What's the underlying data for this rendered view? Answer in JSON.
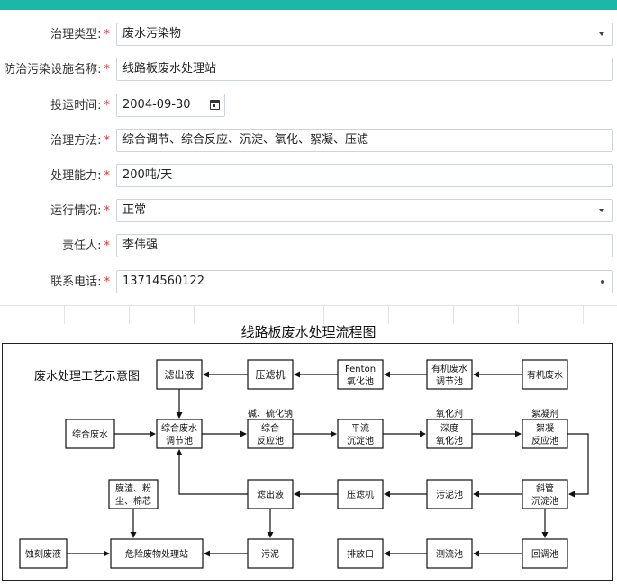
{
  "form": {
    "required_mark": "*",
    "fields": [
      {
        "label": "治理类型:",
        "value": "废水污染物",
        "kind": "select"
      },
      {
        "label": "防治污染设施名称:",
        "value": "线路板废水处理站",
        "kind": "text"
      },
      {
        "label": "投运时间:",
        "value": "2004-09-30",
        "kind": "date"
      },
      {
        "label": "治理方法:",
        "value": "综合调节、综合反应、沉淀、氧化、絮凝、压滤",
        "kind": "text"
      },
      {
        "label": "处理能力:",
        "value": "200吨/天",
        "kind": "text"
      },
      {
        "label": "运行情况:",
        "value": "正常",
        "kind": "select"
      },
      {
        "label": "责任人:",
        "value": "李伟强",
        "kind": "text"
      },
      {
        "label": "联系电话:",
        "value": "13714560122",
        "kind": "spinner"
      }
    ]
  },
  "flow": {
    "title": "线路板废水处理流程图",
    "caption": "废水处理工艺示意图",
    "nodes": {
      "n_lvchuye": "滤出液",
      "n_yaluji1": "压滤机",
      "n_fenton_1": "Fenton",
      "n_fenton_2": "氧化池",
      "n_youji_tj_1": "有机废水",
      "n_youji_tj_2": "调节池",
      "n_youji": "有机废水",
      "n_zonghe_fs": "综合废水",
      "n_zhtj_1": "综合废水",
      "n_zhtj_2": "调节池",
      "n_zhfy_1": "综合",
      "n_zhfy_2": "反应池",
      "n_pingliu_1": "平流",
      "n_pingliu_2": "沉淀池",
      "n_shendu_1": "深度",
      "n_shendu_2": "氧化池",
      "n_xuning_1": "絮凝",
      "n_xuning_2": "反应池",
      "n_moza_1": "膜渣、粉",
      "n_moza_2": "尘、棉芯",
      "n_lvchuye2": "滤出液",
      "n_yaluji2": "压滤机",
      "n_wunichi": "污泥池",
      "n_xieguan_1": "斜管",
      "n_xieguan_2": "沉淀池",
      "n_shike": "蚀刻废液",
      "n_weixian": "危险废物处理站",
      "n_wuni": "污泥",
      "n_paifang": "排放口",
      "n_celiu": "测流池",
      "n_huitiao": "回调池"
    },
    "annotations": {
      "a_jian": "碱、硫化钠",
      "a_yanghua": "氧化剂",
      "a_xuning": "絮凝剂"
    }
  }
}
